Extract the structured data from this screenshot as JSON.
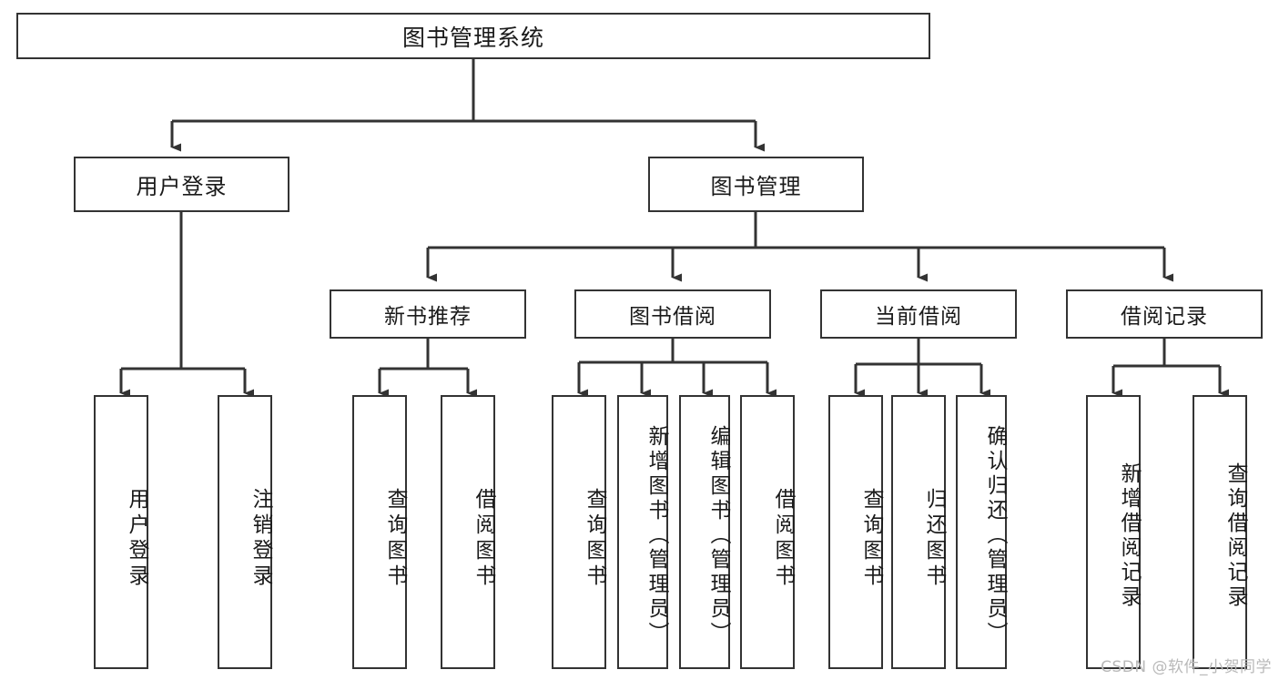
{
  "diagram": {
    "title": "图书管理系统",
    "type": "hierarchy-tree",
    "watermark": "CSDN @软件_小贺同学",
    "colors": {
      "stroke": "#333333",
      "fill": "#ffffff",
      "text": "#1a1a1a",
      "watermark": "#b9b9b9"
    },
    "nodes": {
      "root": "图书管理系统",
      "level1": [
        "用户登录",
        "图书管理"
      ],
      "level2": [
        "新书推荐",
        "图书借阅",
        "当前借阅",
        "借阅记录"
      ],
      "leaves": {
        "user_login": [
          "用户登录",
          "注销登录"
        ],
        "new_book": [
          "查询图书",
          "借阅图书"
        ],
        "book_borrow": [
          "查询图书",
          "新增图书（管理员）",
          "编辑图书（管理员）",
          "借阅图书"
        ],
        "current_borrow": [
          "查询图书",
          "归还图书",
          "确认归还（管理员）"
        ],
        "borrow_record": [
          "新增借阅记录",
          "查询借阅记录"
        ]
      }
    }
  }
}
